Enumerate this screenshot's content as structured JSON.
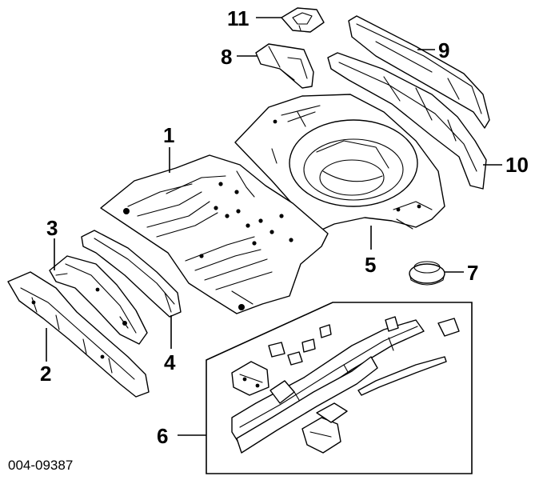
{
  "diagram": {
    "document_number": "004-09387",
    "callouts": [
      {
        "id": "1",
        "label": "1"
      },
      {
        "id": "2",
        "label": "2"
      },
      {
        "id": "3",
        "label": "3"
      },
      {
        "id": "4",
        "label": "4"
      },
      {
        "id": "5",
        "label": "5"
      },
      {
        "id": "6",
        "label": "6"
      },
      {
        "id": "7",
        "label": "7"
      },
      {
        "id": "8",
        "label": "8"
      },
      {
        "id": "9",
        "label": "9"
      },
      {
        "id": "10",
        "label": "10"
      },
      {
        "id": "11",
        "label": "11"
      }
    ]
  }
}
